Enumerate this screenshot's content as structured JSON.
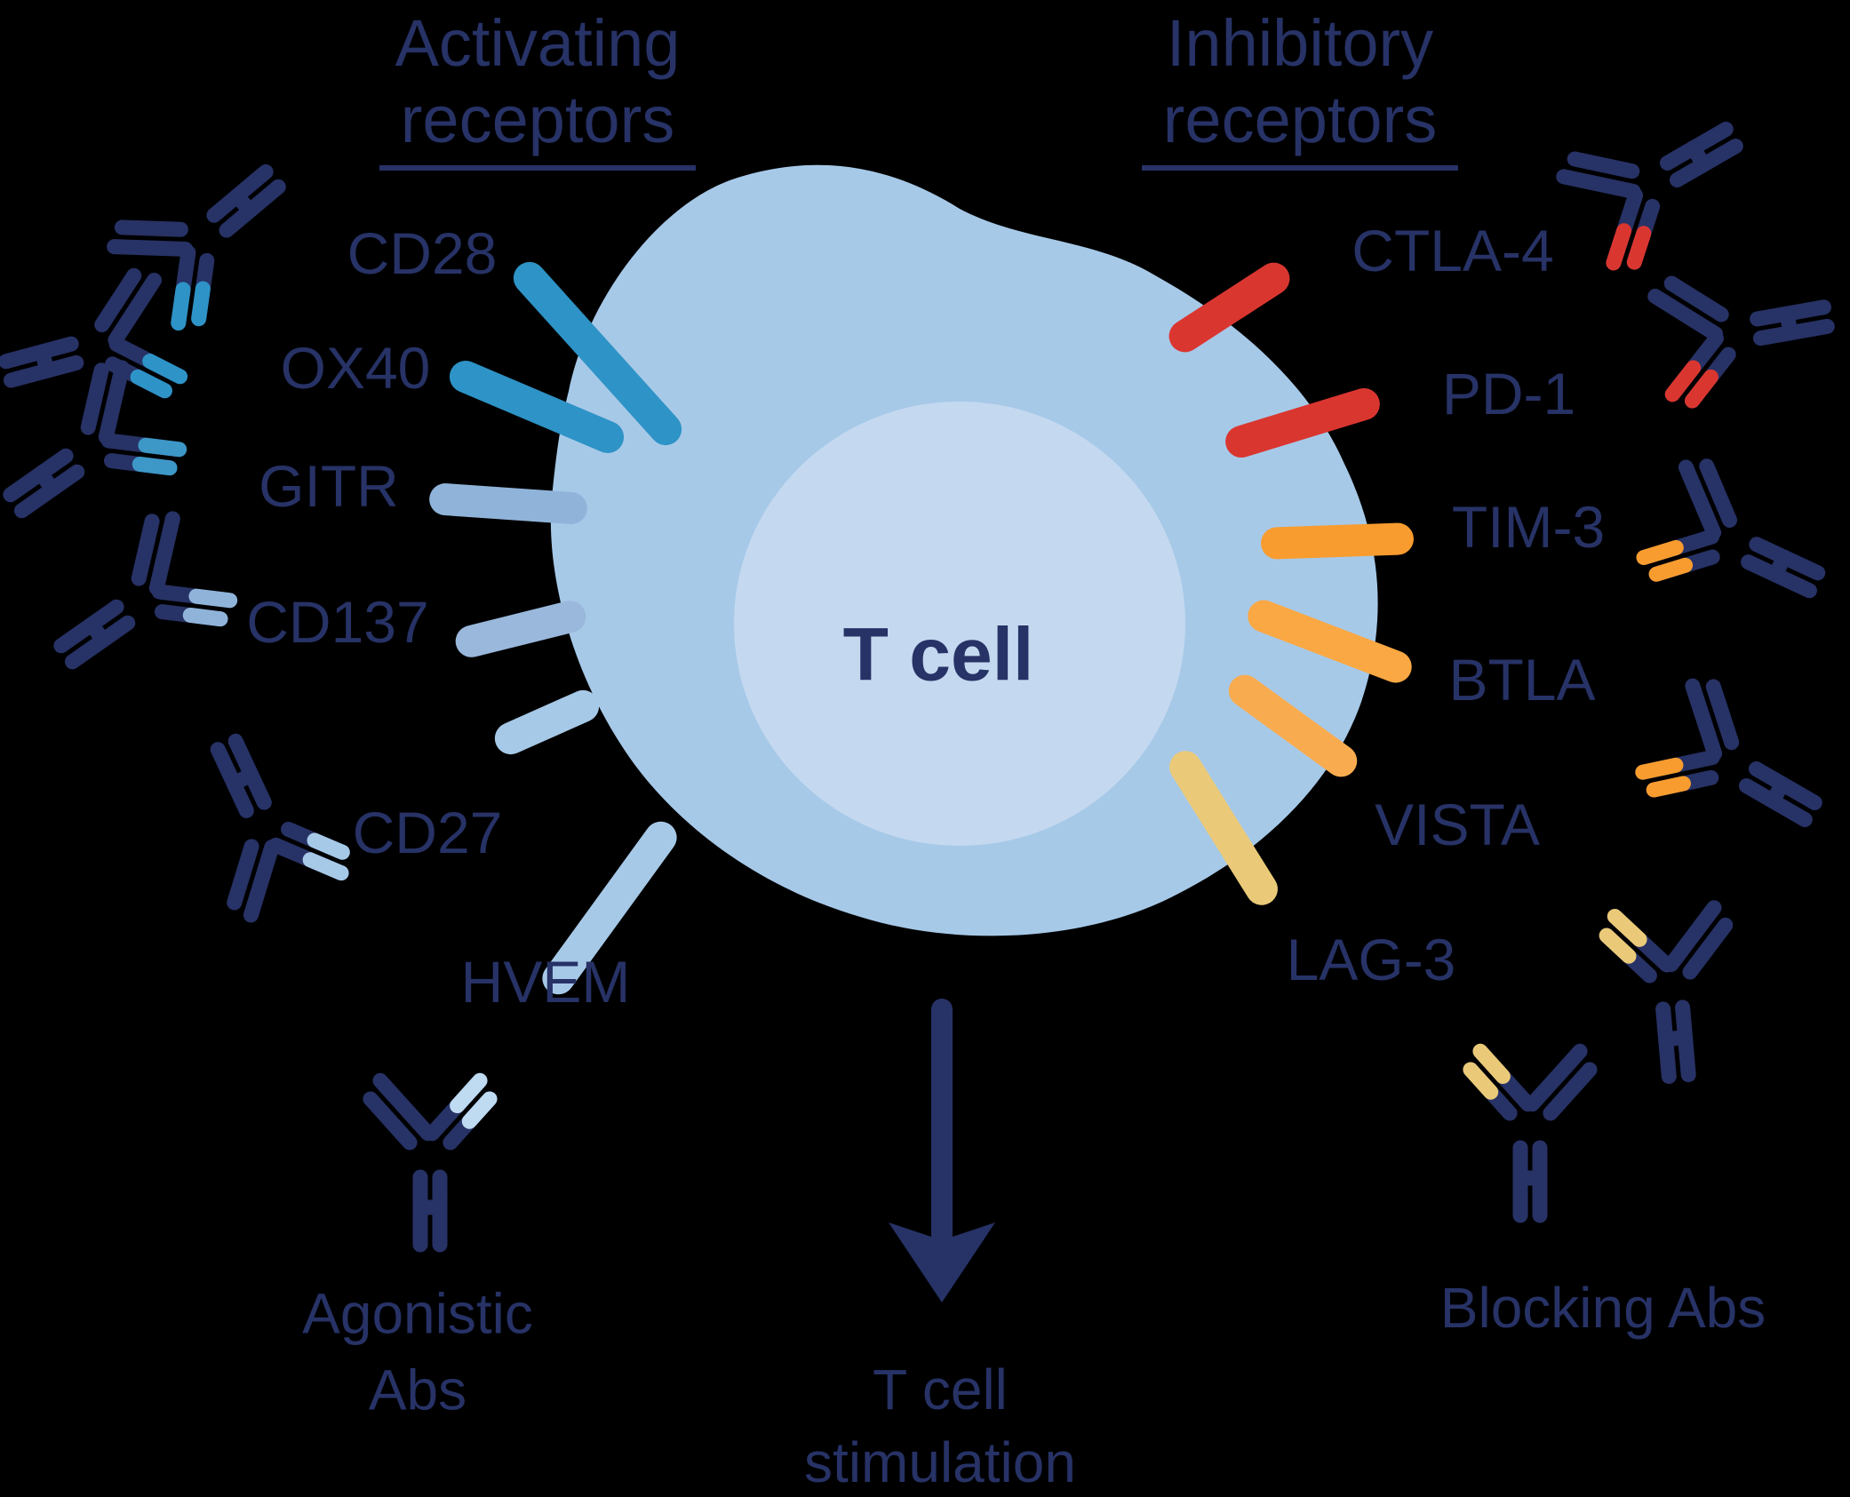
{
  "background_color": "#000000",
  "palette": {
    "navy": "#273266",
    "cell_body": "#A7C9E8",
    "cell_nucleus": "#C4D9F0",
    "teal_blue": "#2E93C6",
    "blue_gray": "#90B4D9",
    "muted_blue": "#9AB8DB",
    "light_blue": "#A7C9E8",
    "pale_blue": "#BFDBF2",
    "red": "#DA3630",
    "orange": "#F89C2F",
    "light_orange": "#FAA843",
    "amber": "#F9AC4F",
    "yellow": "#EACA79"
  },
  "headers": {
    "activating": {
      "line1": "Activating",
      "line2": "receptors"
    },
    "inhibitory": {
      "line1": "Inhibitory",
      "line2": "receptors"
    }
  },
  "cell": {
    "label": "T cell"
  },
  "receptors": {
    "activating": [
      {
        "label": "CD28",
        "color": "#2E93C6"
      },
      {
        "label": "OX40",
        "color": "#2E93C6"
      },
      {
        "label": "GITR",
        "color": "#90B4D9"
      },
      {
        "label": "CD137",
        "color": "#9AB8DB"
      },
      {
        "label": "CD27",
        "color": "#A7C9E8"
      },
      {
        "label": "HVEM",
        "color": "#A7C9E8"
      }
    ],
    "inhibitory": [
      {
        "label": "CTLA-4",
        "color": "#DA3630"
      },
      {
        "label": "PD-1",
        "color": "#DA3630"
      },
      {
        "label": "TIM-3",
        "color": "#F89C2F"
      },
      {
        "label": "BTLA",
        "color": "#FAA843"
      },
      {
        "label": "VISTA",
        "color": "#F9AC4F"
      },
      {
        "label": "LAG-3",
        "color": "#EACA79"
      }
    ]
  },
  "antibody_groups": {
    "agonistic": {
      "label_line1": "Agonistic",
      "label_line2": "Abs",
      "count": 6
    },
    "blocking": {
      "label": "Blocking Abs",
      "count": 6
    }
  },
  "outcome": {
    "icon": "down-arrow",
    "line1": "T cell",
    "line2": "stimulation"
  }
}
